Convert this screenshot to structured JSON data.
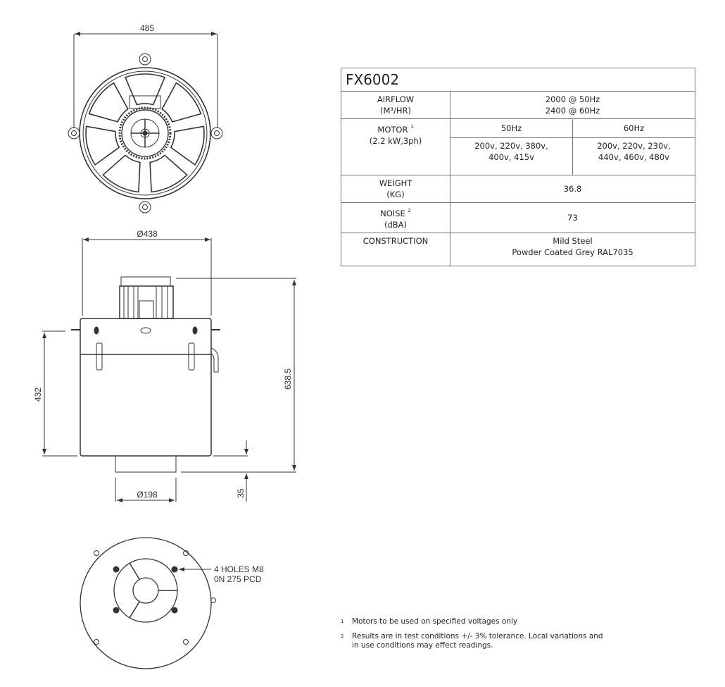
{
  "drawings": {
    "top_view": {
      "width_dim": "485"
    },
    "side_view": {
      "diameter_dim": "Ø438",
      "height_dim": "432",
      "total_height_dim": "638.5",
      "spigot_height_dim": "35",
      "spigot_diameter_dim": "Ø198"
    },
    "bottom_view": {
      "holes_label_line1": "4 HOLES M8",
      "holes_label_line2": "0N 275 PCD"
    }
  },
  "spec_table": {
    "model": "FX6002",
    "airflow": {
      "label": "AIRFLOW",
      "unit": "(M³/HR)",
      "value_line1": "2000 @ 50Hz",
      "value_line2": "2400 @ 60Hz"
    },
    "motor": {
      "label": "MOTOR",
      "footnote": "1",
      "unit": "(2.2 kW,3ph)",
      "col_50": "50Hz",
      "col_60": "60Hz",
      "volts_50_line1": "200v, 220v, 380v,",
      "volts_50_line2": "400v, 415v",
      "volts_60_line1": "200v, 220v, 230v,",
      "volts_60_line2": "440v, 460v, 480v"
    },
    "weight": {
      "label": "WEIGHT",
      "unit": "(KG)",
      "value": "36.8"
    },
    "noise": {
      "label": "NOISE",
      "footnote": "2",
      "unit": "(dBA)",
      "value": "73"
    },
    "construction": {
      "label": "CONSTRUCTION",
      "value_line1": "Mild Steel",
      "value_line2": "Powder Coated Grey RAL7035"
    }
  },
  "footnotes": [
    {
      "mark": "1",
      "text": "Motors to be used on specified voltages only"
    },
    {
      "mark": "2",
      "line1": "Results are in test conditions +/- 3% tolerance. Local variations and",
      "line2": "in use conditions may effect readings."
    }
  ]
}
